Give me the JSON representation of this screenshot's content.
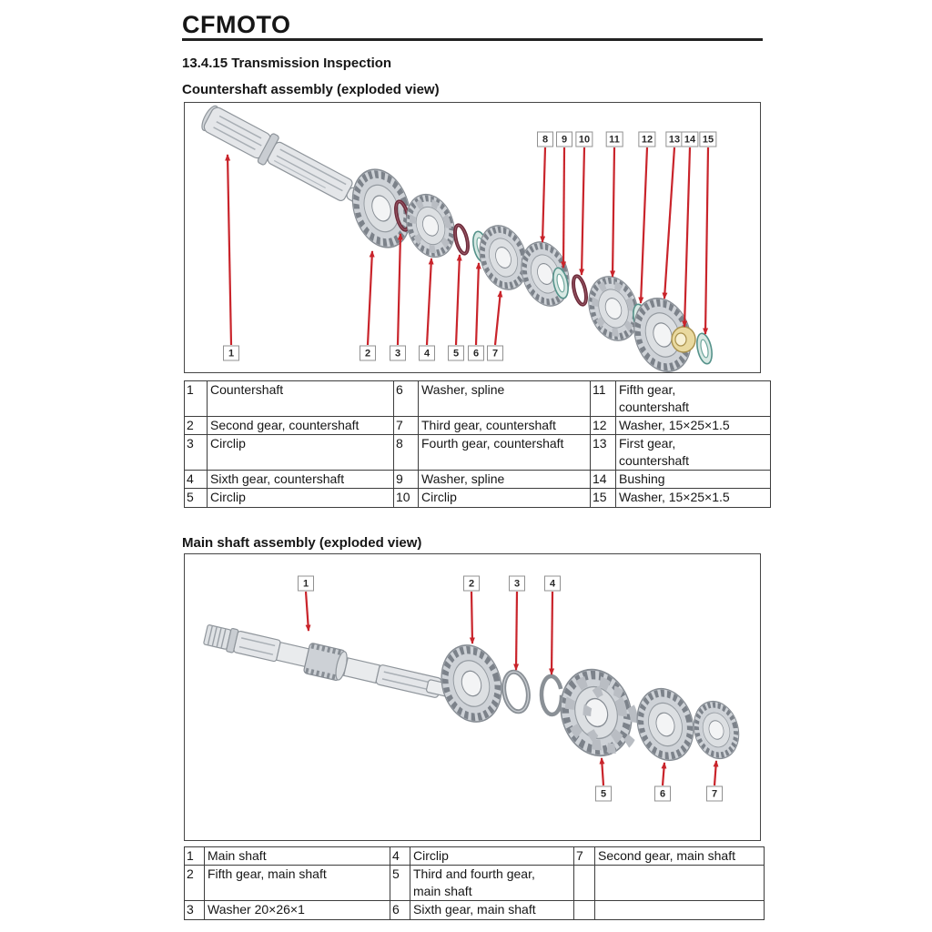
{
  "page": {
    "brand": "CFMOTO",
    "section_title": "13.4.15 Transmission Inspection",
    "countershaft_heading": "Countershaft assembly (exploded view)",
    "mainshaft_heading": "Main shaft assembly (exploded view)"
  },
  "colors": {
    "arrow_red": "#c9242b",
    "washer_teal": "#55928a",
    "circlip_maroon": "#6e2b3b",
    "bushing_gold": "#e9d99f",
    "metal_gray": "#ced2d7"
  },
  "countershaft_diagram": {
    "callouts": [
      "1",
      "2",
      "3",
      "4",
      "5",
      "6",
      "7",
      "8",
      "9",
      "10",
      "11",
      "12",
      "13",
      "14",
      "15"
    ]
  },
  "countershaft_table": {
    "rows": [
      [
        {
          "n": "1",
          "t": "Countershaft"
        },
        {
          "n": "6",
          "t": "Washer, spline"
        },
        {
          "n": "11",
          "t": "Fifth gear,\ncountershaft"
        }
      ],
      [
        {
          "n": "2",
          "t": "Second gear, countershaft"
        },
        {
          "n": "7",
          "t": "Third gear, countershaft"
        },
        {
          "n": "12",
          "t": "Washer, 15×25×1.5"
        }
      ],
      [
        {
          "n": "3",
          "t": "Circlip"
        },
        {
          "n": "8",
          "t": "Fourth gear, countershaft"
        },
        {
          "n": "13",
          "t": "First gear,\ncountershaft"
        }
      ],
      [
        {
          "n": "4",
          "t": "Sixth gear, countershaft"
        },
        {
          "n": "9",
          "t": "Washer, spline"
        },
        {
          "n": "14",
          "t": "Bushing"
        }
      ],
      [
        {
          "n": "5",
          "t": "Circlip"
        },
        {
          "n": "10",
          "t": "Circlip"
        },
        {
          "n": "15",
          "t": "Washer, 15×25×1.5"
        }
      ]
    ]
  },
  "mainshaft_diagram": {
    "callouts": [
      "1",
      "2",
      "3",
      "4",
      "5",
      "6",
      "7"
    ]
  },
  "mainshaft_table": {
    "rows": [
      [
        {
          "n": "1",
          "t": "Main shaft"
        },
        {
          "n": "4",
          "t": "Circlip"
        },
        {
          "n": "7",
          "t": "Second gear, main shaft"
        }
      ],
      [
        {
          "n": "2",
          "t": "Fifth gear, main shaft"
        },
        {
          "n": "5",
          "t": "Third and fourth gear,\nmain shaft"
        },
        {
          "n": "",
          "t": ""
        }
      ],
      [
        {
          "n": "3",
          "t": "Washer 20×26×1"
        },
        {
          "n": "6",
          "t": "Sixth gear, main shaft"
        },
        {
          "n": "",
          "t": ""
        }
      ]
    ]
  }
}
